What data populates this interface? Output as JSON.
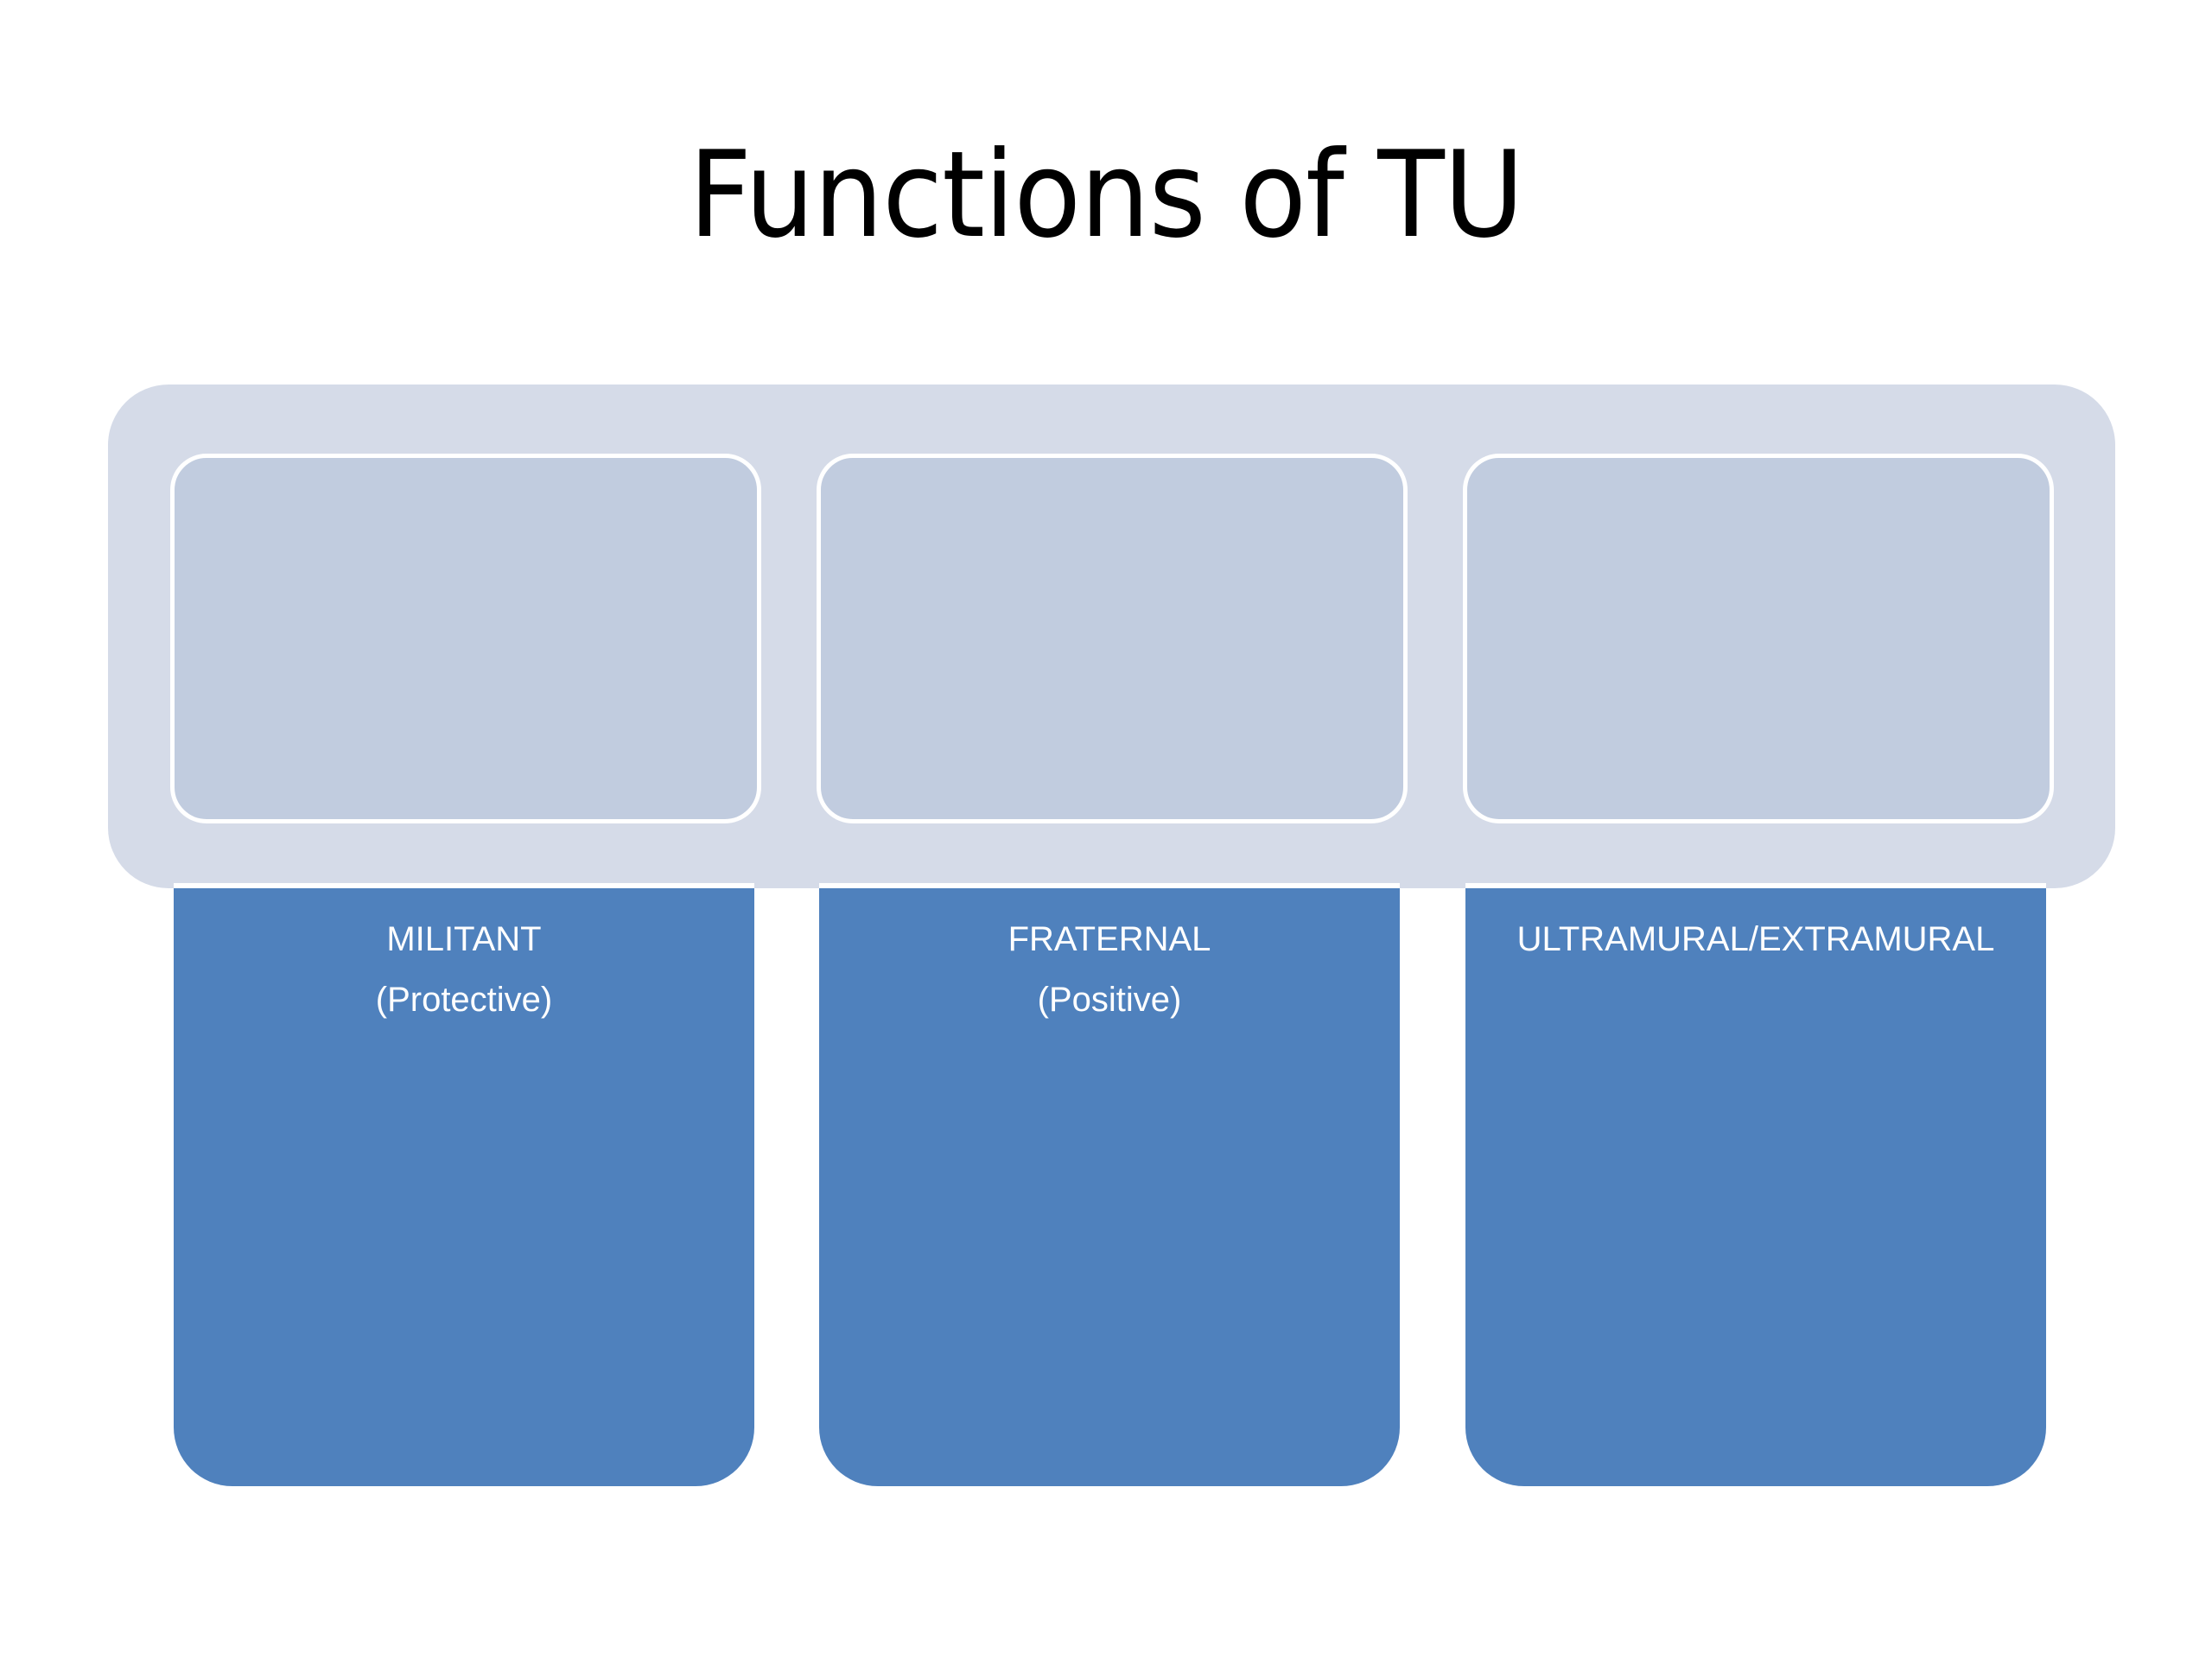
{
  "slide": {
    "title": "Functions of TU",
    "colors": {
      "band": "#d5dbe8",
      "inner_box": "#c1ccdf",
      "column": "#4f81bd",
      "text_on_column": "#ffffff"
    },
    "columns": [
      {
        "heading": "MILITANT",
        "subheading": "(Protective)"
      },
      {
        "heading": "FRATERNAL",
        "subheading": "(Positive)"
      },
      {
        "heading": "ULTRAMURAL/EXTRAMURAL",
        "subheading": ""
      }
    ]
  }
}
